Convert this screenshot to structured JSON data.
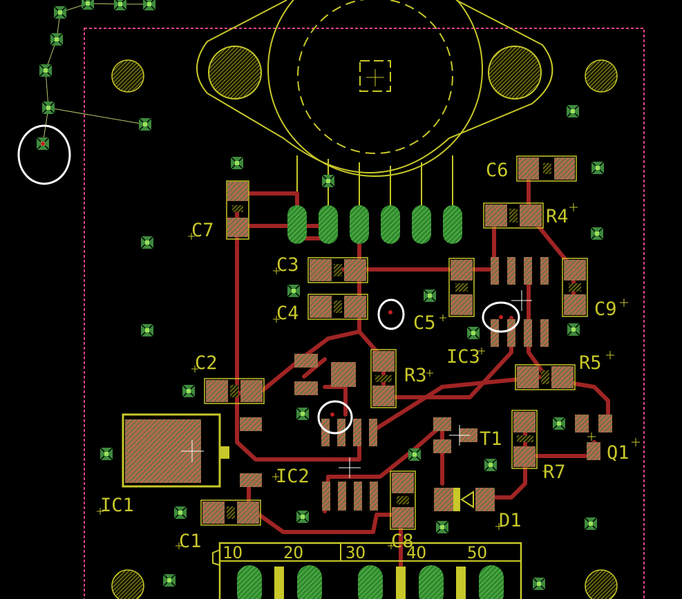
{
  "view": {
    "type": "pcb-layout-editor",
    "colors": {
      "background": "#000000",
      "trace": "#a02424",
      "pad": "#b06a4e",
      "pad_hatch": "#3a7a3a",
      "silkscreen": "#c8c82a",
      "via": "#3d8a3d",
      "via_drill": "#9ae05a",
      "board_outline": "#e0448a",
      "ratsnest": "#b8c86a",
      "selection_ring": "#ffffff"
    }
  },
  "components": {
    "C1": "C1",
    "C2": "C2",
    "C3": "C3",
    "C4": "C4",
    "C5": "C5",
    "C6": "C6",
    "C7": "C7",
    "C8": "C8",
    "C9": "C9",
    "R3": "R3",
    "R4": "R4",
    "R5": "R5",
    "R7": "R7",
    "IC1": "IC1",
    "IC2": "IC2",
    "IC3": "IC3",
    "Q1": "Q1",
    "T1": "T1",
    "D1": "D1"
  },
  "connector": {
    "pins": [
      "1O",
      "2O",
      "3O",
      "4O",
      "5O"
    ]
  },
  "markers": {
    "selection_rings": 4
  }
}
